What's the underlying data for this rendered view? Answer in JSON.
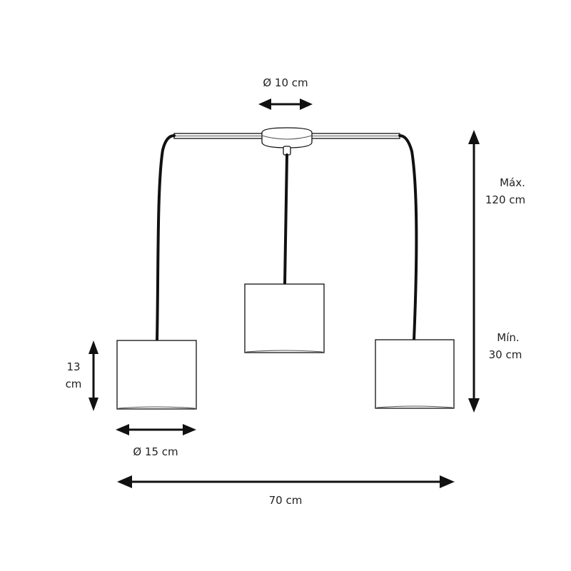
{
  "labels": {
    "canopy_diameter": "Ø 10 cm",
    "max_line1": "Máx.",
    "max_line2": "120 cm",
    "min_line1": "Mín.",
    "min_line2": "30 cm",
    "shade_height_line1": "13",
    "shade_height_line2": "cm",
    "shade_diameter": "Ø 15 cm",
    "total_width": "70 cm"
  }
}
